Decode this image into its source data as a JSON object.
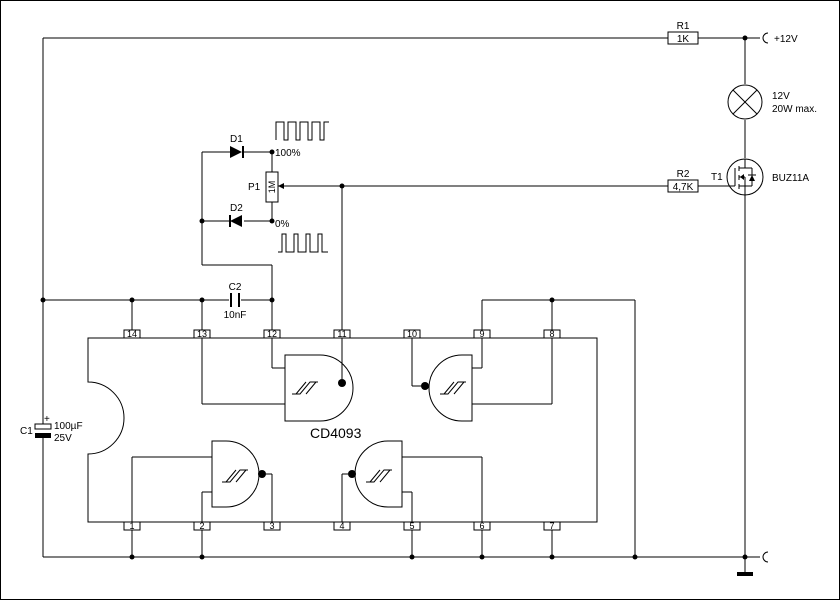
{
  "chip": {
    "name": "CD4093"
  },
  "pins": {
    "p1": "1",
    "p2": "2",
    "p3": "3",
    "p4": "4",
    "p5": "5",
    "p6": "6",
    "p7": "7",
    "p8": "8",
    "p9": "9",
    "p10": "10",
    "p11": "11",
    "p12": "12",
    "p13": "13",
    "p14": "14"
  },
  "components": {
    "r1": {
      "ref": "R1",
      "value": "1K"
    },
    "r2": {
      "ref": "R2",
      "value": "4,7K"
    },
    "c1": {
      "ref": "C1",
      "value1": "100µF",
      "value2": "25V",
      "polarity": "+"
    },
    "c2": {
      "ref": "C2",
      "value": "10nF"
    },
    "d1": {
      "ref": "D1",
      "note": "100%"
    },
    "d2": {
      "ref": "D2",
      "note": "0%"
    },
    "p1": {
      "ref": "P1",
      "value": "1M"
    },
    "t1": {
      "ref": "T1",
      "value": "BUZ11A"
    },
    "lamp": {
      "line1": "12V",
      "line2": "20W max."
    }
  },
  "supply": {
    "label": "+12V"
  }
}
